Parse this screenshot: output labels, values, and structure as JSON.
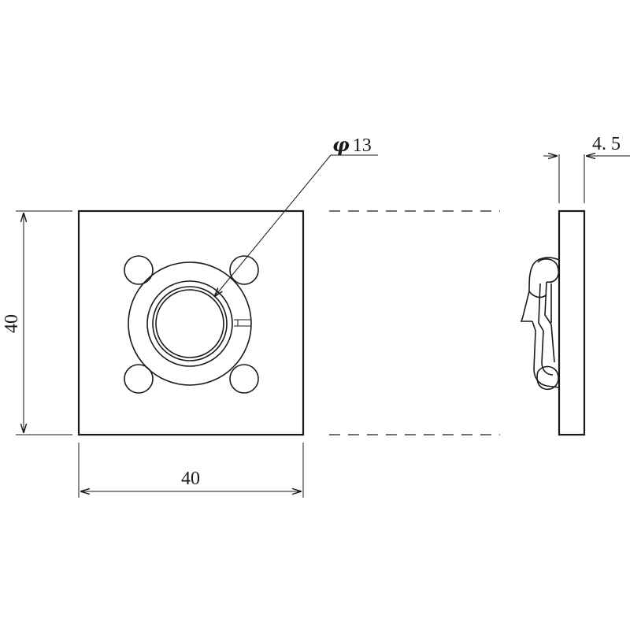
{
  "dimensions": {
    "height_label": "40",
    "width_label": "40",
    "diameter_symbol": "φ",
    "diameter_value": "13",
    "thickness_label": "4. 5"
  },
  "colors": {
    "stroke": "#1a1a1a",
    "background": "#ffffff"
  }
}
